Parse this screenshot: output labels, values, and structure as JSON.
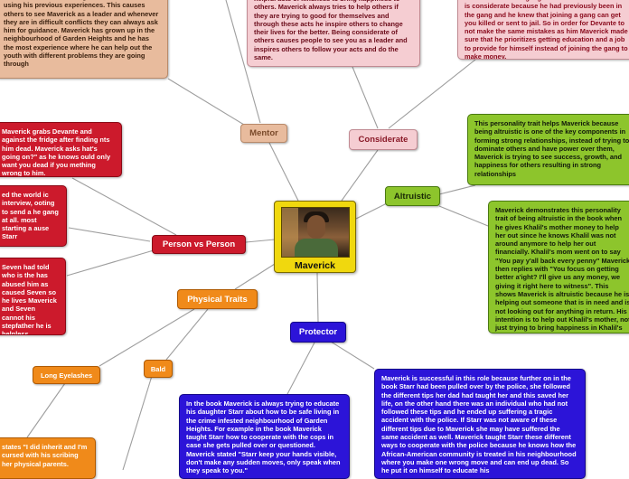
{
  "central": {
    "label": "Maverick"
  },
  "topics": {
    "mentor": "Mentor",
    "considerate": "Considerate",
    "altruistic": "Altruistic",
    "person_vs_person": "Person vs Person",
    "physical_traits": "Physical Traits",
    "protector": "Protector",
    "long_eyelashes": "Long Eyelashes",
    "bald": "Bald"
  },
  "notes": {
    "mentor": "because it allows him to guide and teach others using his previous experiences. This causes others to see Maverick as a leader and whenever they are in difficult conflicts they can always ask him for guidance. Maverick has grown up in the neighbourhood of Garden Heights and he has the most experience where he can help out the youth with different problems they are going through",
    "considerate_1": "helpful acts of kindness to bring happiness to others. Maverick always tries to help others if they are trying to good for themselves and through these acts he inspire others to change their lives for the better. Being considerate of others causes people to see you as a leader and inspires others to follow your acts and do the same.",
    "considerate_2": "school and left the gang. This shows that Maverick is considerate because he had previously been in the gang and he knew that joining a gang can get you killed or sent to jail. So in order for Devante to not make the same mistakes as him Maverick made sure that he prioritizes getting education and a job to provide for himself instead of joining the gang to make money.",
    "altruistic_1": "This personality trait helps Maverick because being altruistic is one of the key components in forming strong relationships, instead of trying to dominate others and have power over them, Maverick is trying to see success, growth, and happiness for others resulting in strong relationships",
    "altruistic_2": "Maverick demonstrates this personality trait of being altruistic in the book when he gives Khalil's mother money to help her out since he knows Khalil was not around anymore to help her out financially. Khalil's mom went on to say \"You pay y'all back every penny\" Maverick then replies with \"You focus on getting better a'ight? I'll give us any money, we giving it right here to witness\". This shows Maverick is altruistic because he is helping out someone that is in need and is not looking out for anything in return. His intention is to help out Khalil's mother, not just trying to bring happiness in Khalil's mom because he knows how much she is going through. He actually cares about what others are going through and tries his best to help them.",
    "pvp_1": "Maverick grabs Devante and against the fridge after finding nts him dead. Maverick asks hat's going on?\" as he knows ould only want you dead if you mething wrong to him.",
    "pvp_2": "ed the world ic interview, ooting to send a he gang at all. most starting a ause Starr",
    "pvp_3": "Seven had told who is the has abused him as caused Seven so he lives Maverick and Seven cannot his stepfather he is helpless.",
    "protector_1": "In the book Maverick is always trying to educate his daughter Starr about how to be safe living in the crime infested neighbourhood of Garden Heights. For example in the book Maverick taught Starr how to cooperate with the cops in case she gets pulled over or questioned. Maverick stated \"Starr keep your hands visible, don't make any sudden moves, only speak when they speak to you.\"",
    "protector_2": "Maverick is successful in this role because further on in the book Starr had been pulled over by the police, she followed the different tips her dad had taught her and this saved her life, on the other hand there was an individual who had not followed these tips and he ended up suffering a tragic accident with the police. If Starr was not aware of these different tips due to Maverick she may have suffered the same accident as well. Maverick taught Starr these different ways to cooperate with the police because he knows how the African-American community is treated in his neighbourhood where you make one wrong move and can end up dead. So he put it on himself to educate his",
    "eyelashes": "states \"I did inherit and I'm cursed with his scribing her physical parents."
  },
  "colors": {
    "central": "#f0d80e",
    "mentor": "#e8bb9d",
    "considerate": "#f5cdd2",
    "altruistic": "#8dc52c",
    "person_vs_person": "#cc1a2c",
    "physical_traits": "#f08a1a",
    "protector": "#2c14d8",
    "lines": "#9a9a9a"
  }
}
